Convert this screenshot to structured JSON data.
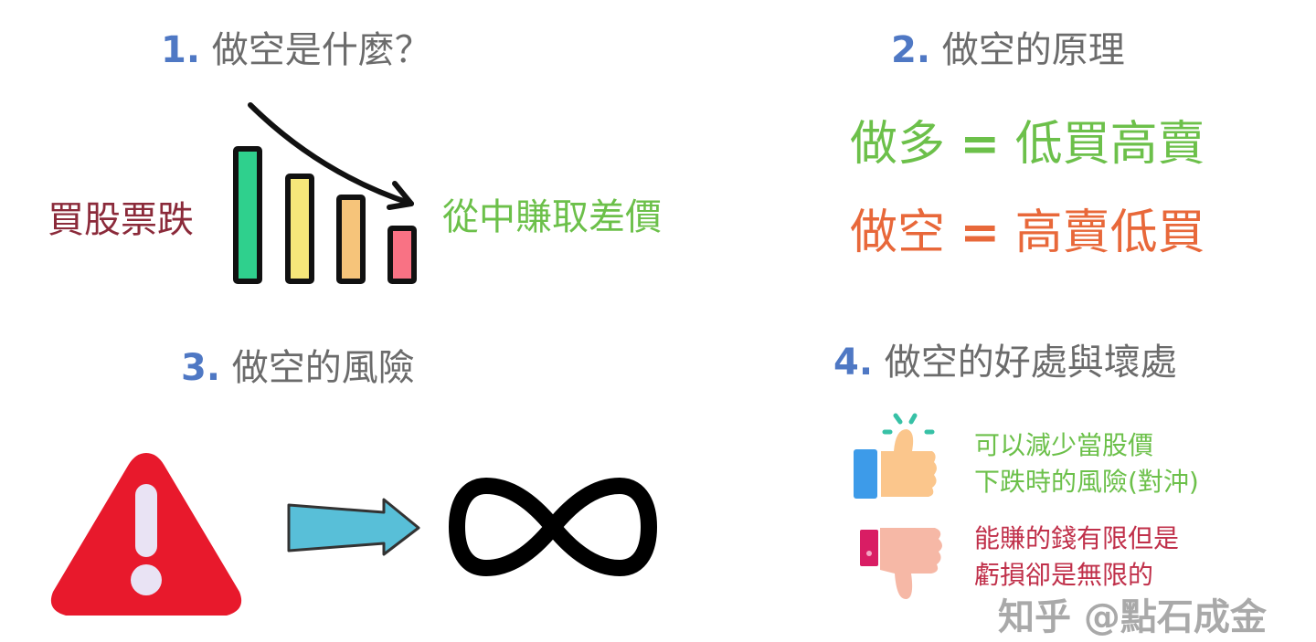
{
  "section1": {
    "number": "1.",
    "title": "做空是什麼？",
    "left_label": "買股票跌",
    "right_label": "從中賺取差價",
    "bar_colors": [
      "#2fd08d",
      "#f6e77a",
      "#f6c47a",
      "#f97284"
    ]
  },
  "section2": {
    "number": "2.",
    "title": "做空的原理",
    "long_term": "做多",
    "long_def": "低買高賣",
    "short_term": "做空",
    "short_def": "高賣低買",
    "equals": "="
  },
  "section3": {
    "number": "3.",
    "title": "做空的風險",
    "icons": [
      "warning-icon",
      "arrow-right-icon",
      "infinity-icon"
    ]
  },
  "section4": {
    "number": "4.",
    "title": "做空的好處與壞處",
    "pro_line1": "可以減少當股價",
    "pro_line2": "下跌時的風險(對沖)",
    "con_line1": "能賺的錢有限但是",
    "con_line2": "虧損卻是無限的"
  },
  "watermark": "知乎 @點石成金",
  "colors": {
    "heading_number": "#4f78c4",
    "green": "#6cc04a",
    "orange": "#e8683a",
    "maroon": "#8b2a3a"
  }
}
